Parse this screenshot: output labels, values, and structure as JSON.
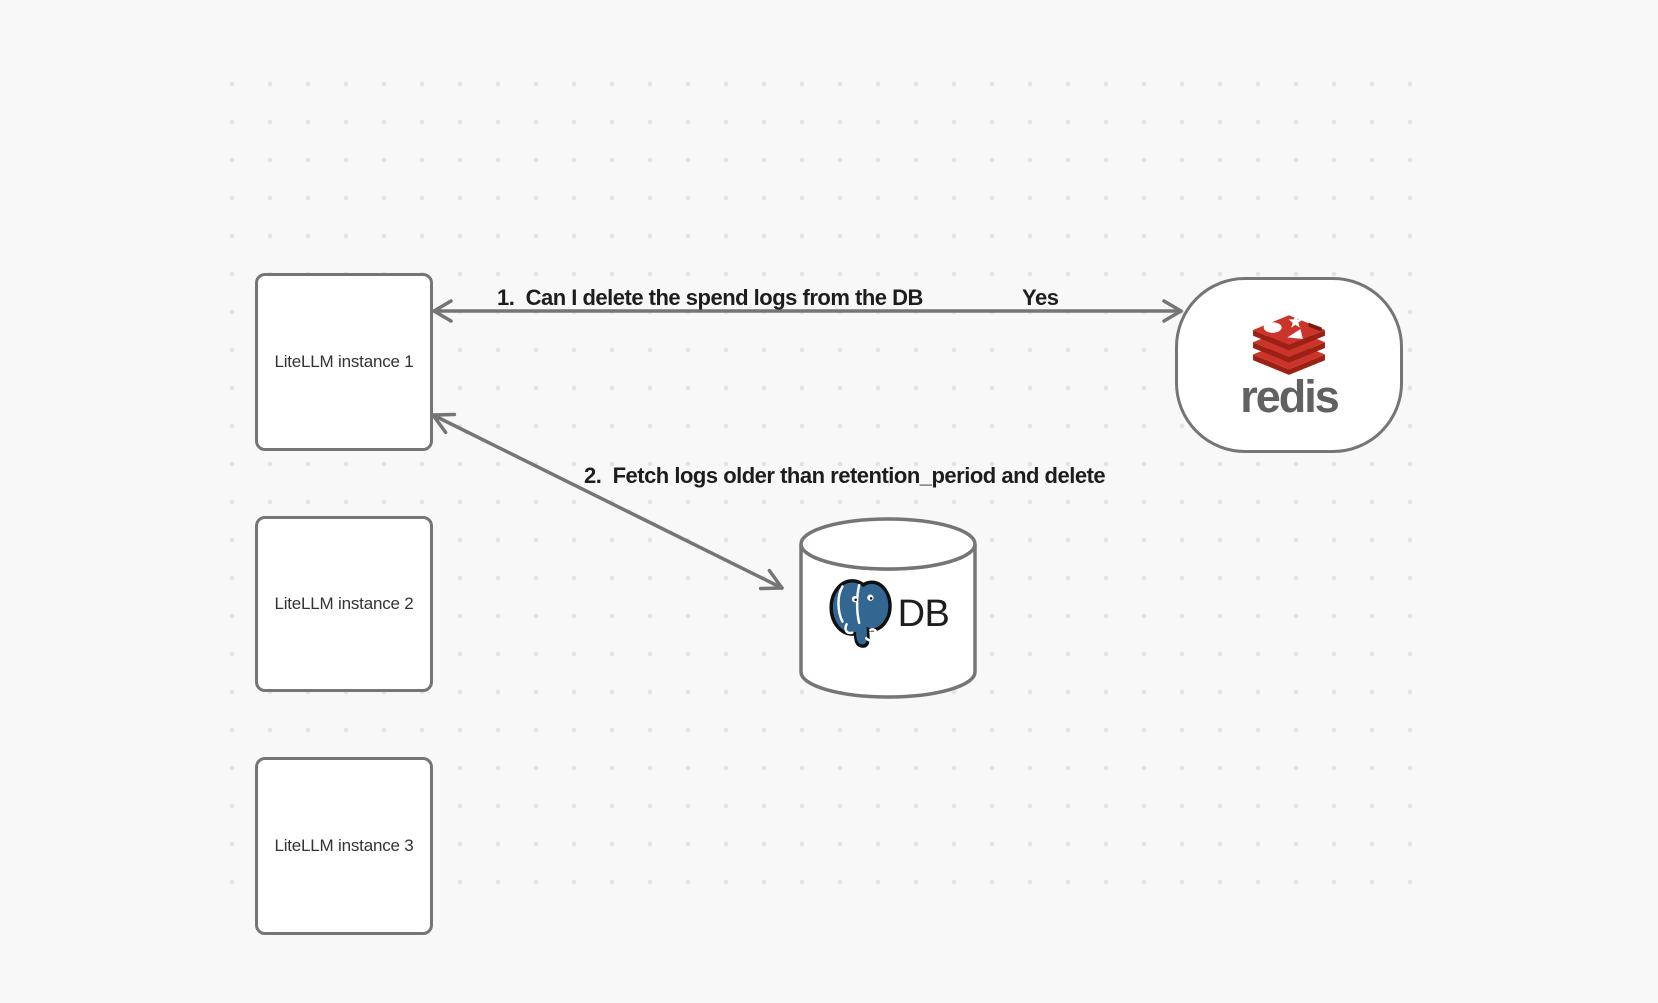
{
  "canvas": {
    "background_color": "#f8f8f8",
    "dot_color": "#e3e3e3",
    "stroke_color": "#757575",
    "label_text_color": "#1d1d1f"
  },
  "instances": [
    {
      "label": "LiteLLM instance 1"
    },
    {
      "label": "LiteLLM instance 2"
    },
    {
      "label": "LiteLLM instance 3"
    }
  ],
  "redis": {
    "wordmark": "redis",
    "icon": "redis-stack-icon",
    "red": "#cb342a",
    "red_dark": "#9c2114",
    "wordmark_color": "#616161"
  },
  "database": {
    "label": "DB",
    "icon": "postgresql-elephant-icon",
    "postgres_blue": "#336791"
  },
  "arrows": [
    {
      "label": "1.  Can I delete the spend logs from the DB",
      "response": "Yes"
    },
    {
      "label": "2.  Fetch logs older than retention_period and delete"
    }
  ]
}
